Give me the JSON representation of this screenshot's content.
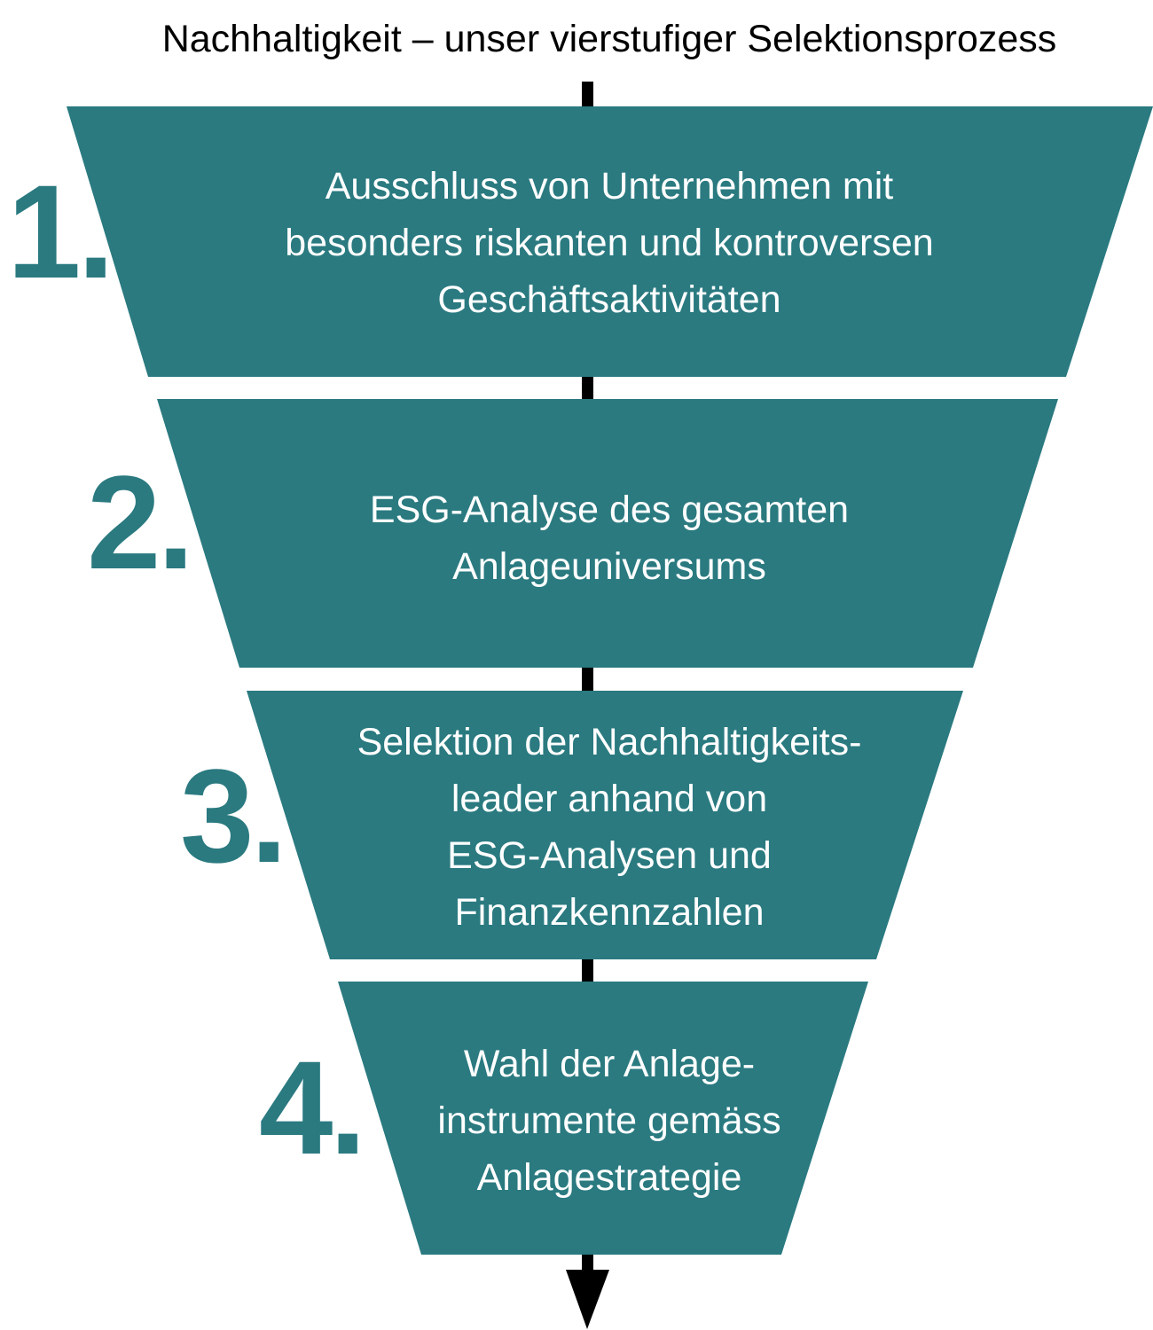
{
  "title": "Nachhaltigkeit – unser vierstufiger Selektionsprozess",
  "colors": {
    "funnel": "#2a7a80",
    "arrow": "#000000",
    "number": "#2a7a80"
  },
  "stages": [
    {
      "number": "1.",
      "lines": [
        "Ausschluss von Unternehmen mit",
        "besonders riskanten und kontroversen",
        "Geschäftsaktivitäten"
      ]
    },
    {
      "number": "2.",
      "lines": [
        "ESG-Analyse des gesamten",
        "Anlageuniversums"
      ]
    },
    {
      "number": "3.",
      "lines": [
        "Selektion der Nachhaltigkeits-",
        "leader anhand von",
        "ESG-Analysen und",
        "Finanzkennzahlen"
      ]
    },
    {
      "number": "4.",
      "lines": [
        "Wahl der Anlage-",
        "instrumente gemäss",
        "Anlagestrategie"
      ]
    }
  ]
}
